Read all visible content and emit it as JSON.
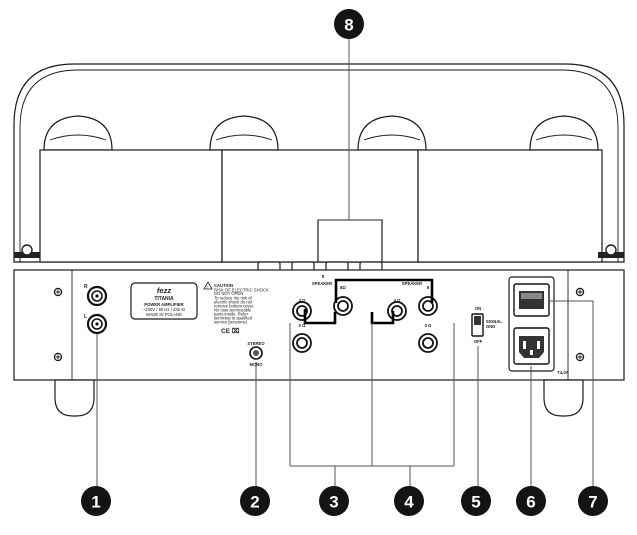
{
  "callouts": [
    "1",
    "2",
    "3",
    "4",
    "5",
    "6",
    "7",
    "8"
  ],
  "label_plate": {
    "logo": "fezz",
    "line1": "TITANIA",
    "line2": "POWER AMPLIFIER",
    "line3": "~230V / 50 Hz / 235 W",
    "line4": "MADE IN POLAND"
  },
  "caution": {
    "title": "CAUTION",
    "subtitle": "RISK OF ELECTRIC SHOCK",
    "subtitle2": "DO NOT OPEN",
    "lines": [
      "To reduce the risk of",
      "electric shock do not",
      "remove bottom cover.",
      "No user-serviceable",
      "parts inside. Refer",
      "servicing to qualified",
      "service personnel."
    ]
  },
  "compliance_marks": "CE ⌧",
  "mode_switch": {
    "top": "STEREO",
    "bottom": "MONO"
  },
  "speaker_left": {
    "title": "SPEAKER",
    "ohm_top_left": "4 Ω",
    "ohm_top_right": "8Ω",
    "ohm_bottom": "0 Ω"
  },
  "speaker_right": {
    "title": "SPEAKER",
    "ohm_top_left": "4 Ω",
    "ohm_top_right": "8",
    "ohm_bottom": "0 Ω"
  },
  "bridge_label": "8",
  "input_labels": {
    "right": "R",
    "left": "L"
  },
  "gnd_switch": {
    "top": "ON",
    "mid1": "SIGNAL",
    "mid2": "GND",
    "bottom": "OFF"
  },
  "fuse_label": "T4,0A"
}
